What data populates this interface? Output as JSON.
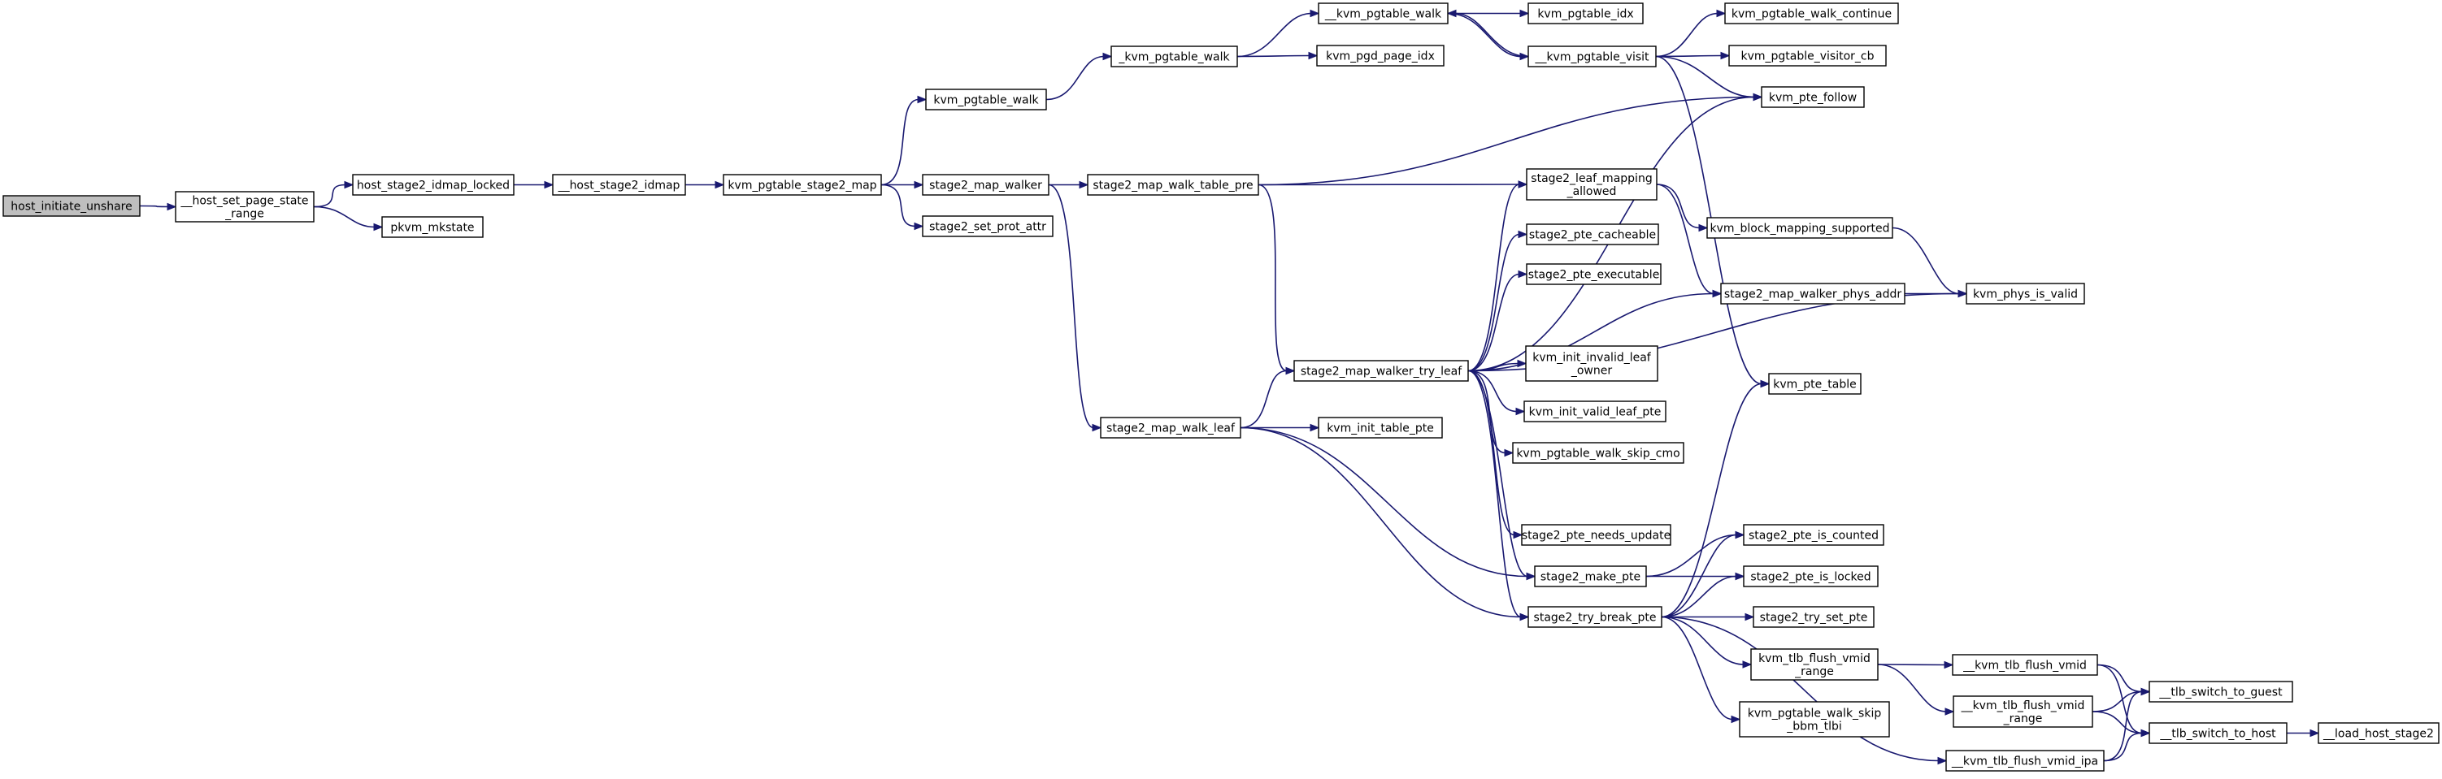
{
  "diagram": {
    "type": "call-graph",
    "colors": {
      "edge": "#191970",
      "node_fill": "#ffffff",
      "root_fill": "#bfbfbf",
      "node_stroke": "#000000"
    },
    "nodes": [
      {
        "id": "host_initiate_unshare",
        "lines": [
          "host_initiate_unshare"
        ],
        "root": true
      },
      {
        "id": "__host_set_page_state_range",
        "lines": [
          "__host_set_page_state",
          "_range"
        ]
      },
      {
        "id": "host_stage2_idmap_locked",
        "lines": [
          "host_stage2_idmap_locked"
        ]
      },
      {
        "id": "pkvm_mkstate",
        "lines": [
          "pkvm_mkstate"
        ]
      },
      {
        "id": "__host_stage2_idmap",
        "lines": [
          "__host_stage2_idmap"
        ]
      },
      {
        "id": "kvm_pgtable_stage2_map",
        "lines": [
          "kvm_pgtable_stage2_map"
        ]
      },
      {
        "id": "kvm_pgtable_walk",
        "lines": [
          "kvm_pgtable_walk"
        ]
      },
      {
        "id": "stage2_map_walker",
        "lines": [
          "stage2_map_walker"
        ]
      },
      {
        "id": "stage2_set_prot_attr",
        "lines": [
          "stage2_set_prot_attr"
        ]
      },
      {
        "id": "_kvm_pgtable_walk",
        "lines": [
          "_kvm_pgtable_walk"
        ]
      },
      {
        "id": "__kvm_pgtable_walk",
        "lines": [
          "__kvm_pgtable_walk"
        ]
      },
      {
        "id": "kvm_pgd_page_idx",
        "lines": [
          "kvm_pgd_page_idx"
        ]
      },
      {
        "id": "kvm_pgtable_idx",
        "lines": [
          "kvm_pgtable_idx"
        ]
      },
      {
        "id": "__kvm_pgtable_visit",
        "lines": [
          "__kvm_pgtable_visit"
        ]
      },
      {
        "id": "kvm_pgtable_walk_continue",
        "lines": [
          "kvm_pgtable_walk_continue"
        ]
      },
      {
        "id": "kvm_pgtable_visitor_cb",
        "lines": [
          "kvm_pgtable_visitor_cb"
        ]
      },
      {
        "id": "kvm_pte_follow",
        "lines": [
          "kvm_pte_follow"
        ]
      },
      {
        "id": "stage2_map_walk_table_pre",
        "lines": [
          "stage2_map_walk_table_pre"
        ]
      },
      {
        "id": "stage2_leaf_mapping_allowed",
        "lines": [
          "stage2_leaf_mapping",
          "_allowed"
        ]
      },
      {
        "id": "kvm_block_mapping_supported",
        "lines": [
          "kvm_block_mapping_supported"
        ]
      },
      {
        "id": "stage2_pte_cacheable",
        "lines": [
          "stage2_pte_cacheable"
        ]
      },
      {
        "id": "stage2_pte_executable",
        "lines": [
          "stage2_pte_executable"
        ]
      },
      {
        "id": "stage2_map_walker_phys_addr",
        "lines": [
          "stage2_map_walker_phys_addr"
        ]
      },
      {
        "id": "kvm_phys_is_valid",
        "lines": [
          "kvm_phys_is_valid"
        ]
      },
      {
        "id": "stage2_map_walker_try_leaf",
        "lines": [
          "stage2_map_walker_try_leaf"
        ]
      },
      {
        "id": "kvm_init_invalid_leaf_owner",
        "lines": [
          "kvm_init_invalid_leaf",
          "_owner"
        ]
      },
      {
        "id": "kvm_pte_table",
        "lines": [
          "kvm_pte_table"
        ]
      },
      {
        "id": "stage2_map_walk_leaf",
        "lines": [
          "stage2_map_walk_leaf"
        ]
      },
      {
        "id": "kvm_init_table_pte",
        "lines": [
          "kvm_init_table_pte"
        ]
      },
      {
        "id": "kvm_init_valid_leaf_pte",
        "lines": [
          "kvm_init_valid_leaf_pte"
        ]
      },
      {
        "id": "kvm_pgtable_walk_skip_cmo",
        "lines": [
          "kvm_pgtable_walk_skip_cmo"
        ]
      },
      {
        "id": "stage2_pte_needs_update",
        "lines": [
          "stage2_pte_needs_update"
        ]
      },
      {
        "id": "stage2_pte_is_counted",
        "lines": [
          "stage2_pte_is_counted"
        ]
      },
      {
        "id": "stage2_make_pte",
        "lines": [
          "stage2_make_pte"
        ]
      },
      {
        "id": "stage2_pte_is_locked",
        "lines": [
          "stage2_pte_is_locked"
        ]
      },
      {
        "id": "stage2_try_break_pte",
        "lines": [
          "stage2_try_break_pte"
        ]
      },
      {
        "id": "stage2_try_set_pte",
        "lines": [
          "stage2_try_set_pte"
        ]
      },
      {
        "id": "kvm_tlb_flush_vmid_range",
        "lines": [
          "kvm_tlb_flush_vmid",
          "_range"
        ]
      },
      {
        "id": "__kvm_tlb_flush_vmid",
        "lines": [
          "__kvm_tlb_flush_vmid"
        ]
      },
      {
        "id": "__tlb_switch_to_guest",
        "lines": [
          "__tlb_switch_to_guest"
        ]
      },
      {
        "id": "__kvm_tlb_flush_vmid_range",
        "lines": [
          "__kvm_tlb_flush_vmid",
          "_range"
        ]
      },
      {
        "id": "__tlb_switch_to_host",
        "lines": [
          "__tlb_switch_to_host"
        ]
      },
      {
        "id": "__load_host_stage2",
        "lines": [
          "__load_host_stage2"
        ]
      },
      {
        "id": "kvm_pgtable_walk_skip_bbm_tlbi",
        "lines": [
          "kvm_pgtable_walk_skip",
          "_bbm_tlbi"
        ]
      },
      {
        "id": "__kvm_tlb_flush_vmid_ipa",
        "lines": [
          "__kvm_tlb_flush_vmid_ipa"
        ]
      }
    ],
    "edges": [
      [
        "host_initiate_unshare",
        "__host_set_page_state_range"
      ],
      [
        "__host_set_page_state_range",
        "host_stage2_idmap_locked"
      ],
      [
        "__host_set_page_state_range",
        "pkvm_mkstate"
      ],
      [
        "host_stage2_idmap_locked",
        "__host_stage2_idmap"
      ],
      [
        "__host_stage2_idmap",
        "kvm_pgtable_stage2_map"
      ],
      [
        "kvm_pgtable_stage2_map",
        "kvm_pgtable_walk"
      ],
      [
        "kvm_pgtable_stage2_map",
        "stage2_map_walker"
      ],
      [
        "kvm_pgtable_stage2_map",
        "stage2_set_prot_attr"
      ],
      [
        "kvm_pgtable_walk",
        "_kvm_pgtable_walk"
      ],
      [
        "_kvm_pgtable_walk",
        "__kvm_pgtable_walk"
      ],
      [
        "_kvm_pgtable_walk",
        "kvm_pgd_page_idx"
      ],
      [
        "__kvm_pgtable_walk",
        "kvm_pgtable_idx"
      ],
      [
        "__kvm_pgtable_walk",
        "__kvm_pgtable_visit"
      ],
      [
        "__kvm_pgtable_visit",
        "__kvm_pgtable_walk"
      ],
      [
        "__kvm_pgtable_visit",
        "kvm_pgtable_walk_continue"
      ],
      [
        "__kvm_pgtable_visit",
        "kvm_pgtable_visitor_cb"
      ],
      [
        "__kvm_pgtable_visit",
        "kvm_pte_follow"
      ],
      [
        "__kvm_pgtable_visit",
        "kvm_pte_table"
      ],
      [
        "stage2_map_walker",
        "stage2_map_walk_table_pre"
      ],
      [
        "stage2_map_walker",
        "stage2_map_walk_leaf"
      ],
      [
        "stage2_map_walk_table_pre",
        "kvm_pte_follow"
      ],
      [
        "stage2_map_walk_table_pre",
        "stage2_leaf_mapping_allowed"
      ],
      [
        "stage2_map_walk_table_pre",
        "stage2_map_walker_try_leaf"
      ],
      [
        "stage2_leaf_mapping_allowed",
        "kvm_block_mapping_supported"
      ],
      [
        "stage2_leaf_mapping_allowed",
        "stage2_map_walker_phys_addr"
      ],
      [
        "kvm_block_mapping_supported",
        "kvm_phys_is_valid"
      ],
      [
        "stage2_map_walker_phys_addr",
        "kvm_phys_is_valid"
      ],
      [
        "stage2_map_walk_leaf",
        "stage2_map_walker_try_leaf"
      ],
      [
        "stage2_map_walk_leaf",
        "kvm_init_table_pte"
      ],
      [
        "stage2_map_walk_leaf",
        "stage2_make_pte"
      ],
      [
        "stage2_map_walk_leaf",
        "stage2_try_break_pte"
      ],
      [
        "stage2_map_walker_try_leaf",
        "kvm_pte_follow"
      ],
      [
        "stage2_map_walker_try_leaf",
        "stage2_leaf_mapping_allowed"
      ],
      [
        "stage2_map_walker_try_leaf",
        "stage2_pte_cacheable"
      ],
      [
        "stage2_map_walker_try_leaf",
        "stage2_pte_executable"
      ],
      [
        "stage2_map_walker_try_leaf",
        "stage2_map_walker_phys_addr"
      ],
      [
        "stage2_map_walker_try_leaf",
        "kvm_init_invalid_leaf_owner"
      ],
      [
        "stage2_map_walker_try_leaf",
        "kvm_init_valid_leaf_pte"
      ],
      [
        "stage2_map_walker_try_leaf",
        "kvm_pgtable_walk_skip_cmo"
      ],
      [
        "stage2_map_walker_try_leaf",
        "kvm_phys_is_valid"
      ],
      [
        "stage2_map_walker_try_leaf",
        "stage2_pte_needs_update"
      ],
      [
        "stage2_map_walker_try_leaf",
        "stage2_make_pte"
      ],
      [
        "stage2_map_walker_try_leaf",
        "stage2_try_break_pte"
      ],
      [
        "stage2_make_pte",
        "stage2_pte_is_counted"
      ],
      [
        "stage2_make_pte",
        "stage2_pte_is_locked"
      ],
      [
        "stage2_try_break_pte",
        "kvm_pte_table"
      ],
      [
        "stage2_try_break_pte",
        "stage2_pte_is_counted"
      ],
      [
        "stage2_try_break_pte",
        "stage2_pte_is_locked"
      ],
      [
        "stage2_try_break_pte",
        "stage2_try_set_pte"
      ],
      [
        "stage2_try_break_pte",
        "kvm_tlb_flush_vmid_range"
      ],
      [
        "stage2_try_break_pte",
        "kvm_pgtable_walk_skip_bbm_tlbi"
      ],
      [
        "stage2_try_break_pte",
        "__kvm_tlb_flush_vmid_ipa"
      ],
      [
        "kvm_tlb_flush_vmid_range",
        "__kvm_tlb_flush_vmid"
      ],
      [
        "kvm_tlb_flush_vmid_range",
        "__kvm_tlb_flush_vmid_range"
      ],
      [
        "__kvm_tlb_flush_vmid",
        "__tlb_switch_to_guest"
      ],
      [
        "__kvm_tlb_flush_vmid",
        "__tlb_switch_to_host"
      ],
      [
        "__kvm_tlb_flush_vmid_range",
        "__tlb_switch_to_guest"
      ],
      [
        "__kvm_tlb_flush_vmid_range",
        "__tlb_switch_to_host"
      ],
      [
        "__kvm_tlb_flush_vmid_ipa",
        "__tlb_switch_to_guest"
      ],
      [
        "__kvm_tlb_flush_vmid_ipa",
        "__tlb_switch_to_host"
      ],
      [
        "__tlb_switch_to_host",
        "__load_host_stage2"
      ]
    ]
  }
}
